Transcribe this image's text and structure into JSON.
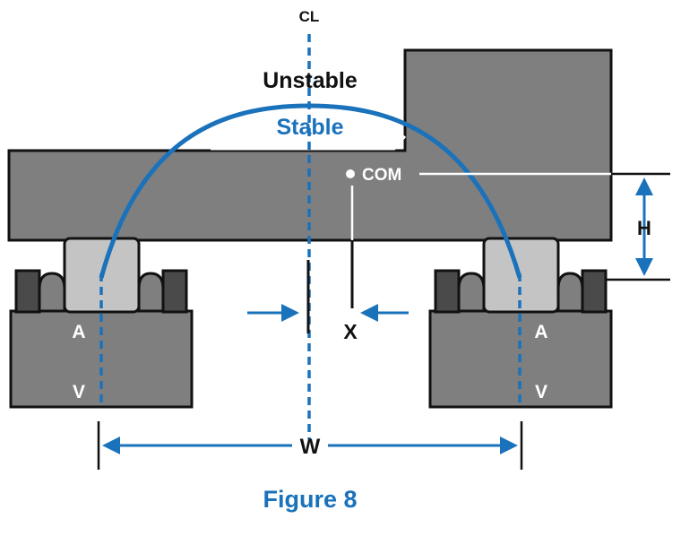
{
  "labels": {
    "centerline": "CL",
    "unstable": "Unstable",
    "stable": "Stable",
    "com": "COM",
    "height": "H",
    "offset": "X",
    "width": "W",
    "pivot_left_a": "A",
    "pivot_left_v": "V",
    "pivot_right_a": "A",
    "pivot_right_v": "V"
  },
  "caption": "Figure 8",
  "colors": {
    "dark_gray": "#6d6d6d",
    "mid_gray": "#7f7f7f",
    "light_gray": "#c4c4c4",
    "pad_dark": "#4a4a4a",
    "outline": "#111111",
    "blue": "#1a72bb",
    "white": "#ffffff"
  }
}
